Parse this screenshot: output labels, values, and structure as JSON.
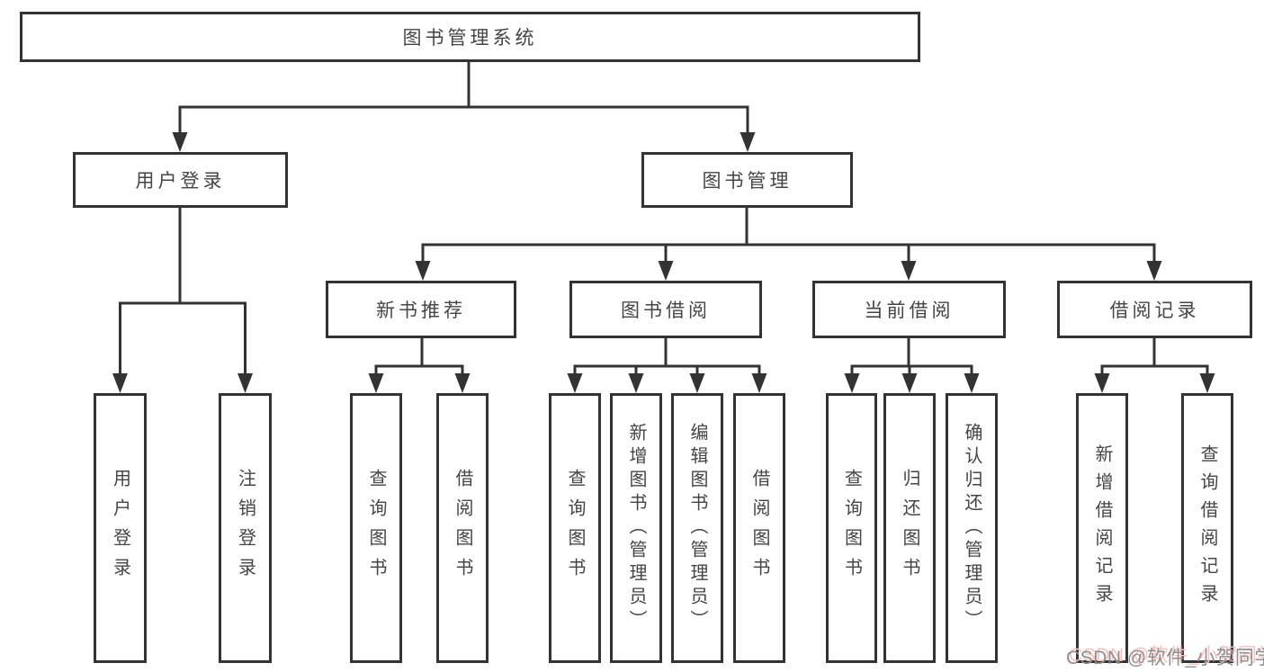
{
  "diagram": {
    "root": "图书管理系统",
    "user_login": {
      "label": "用户登录",
      "children": [
        "用户登录",
        "注销登录"
      ]
    },
    "book_mgmt": {
      "label": "图书管理",
      "groups": [
        {
          "label": "新书推荐",
          "children": [
            "查询图书",
            "借阅图书"
          ]
        },
        {
          "label": "图书借阅",
          "children": [
            "查询图书",
            "新增图书（管理员）",
            "编辑图书（管理员）",
            "借阅图书"
          ]
        },
        {
          "label": "当前借阅",
          "children": [
            "查询图书",
            "归还图书",
            "确认归还（管理员）"
          ]
        },
        {
          "label": "借阅记录",
          "children": [
            "新增借阅记录",
            "查询借阅记录"
          ]
        }
      ]
    }
  },
  "watermark": "CSDN @软件_小贺同学",
  "colors": {
    "line": "#333333",
    "box_fill": "#ffffff",
    "text": "#454545",
    "watermark_gray": "#8e8e8e",
    "watermark_pink": "#f6c3c0"
  }
}
